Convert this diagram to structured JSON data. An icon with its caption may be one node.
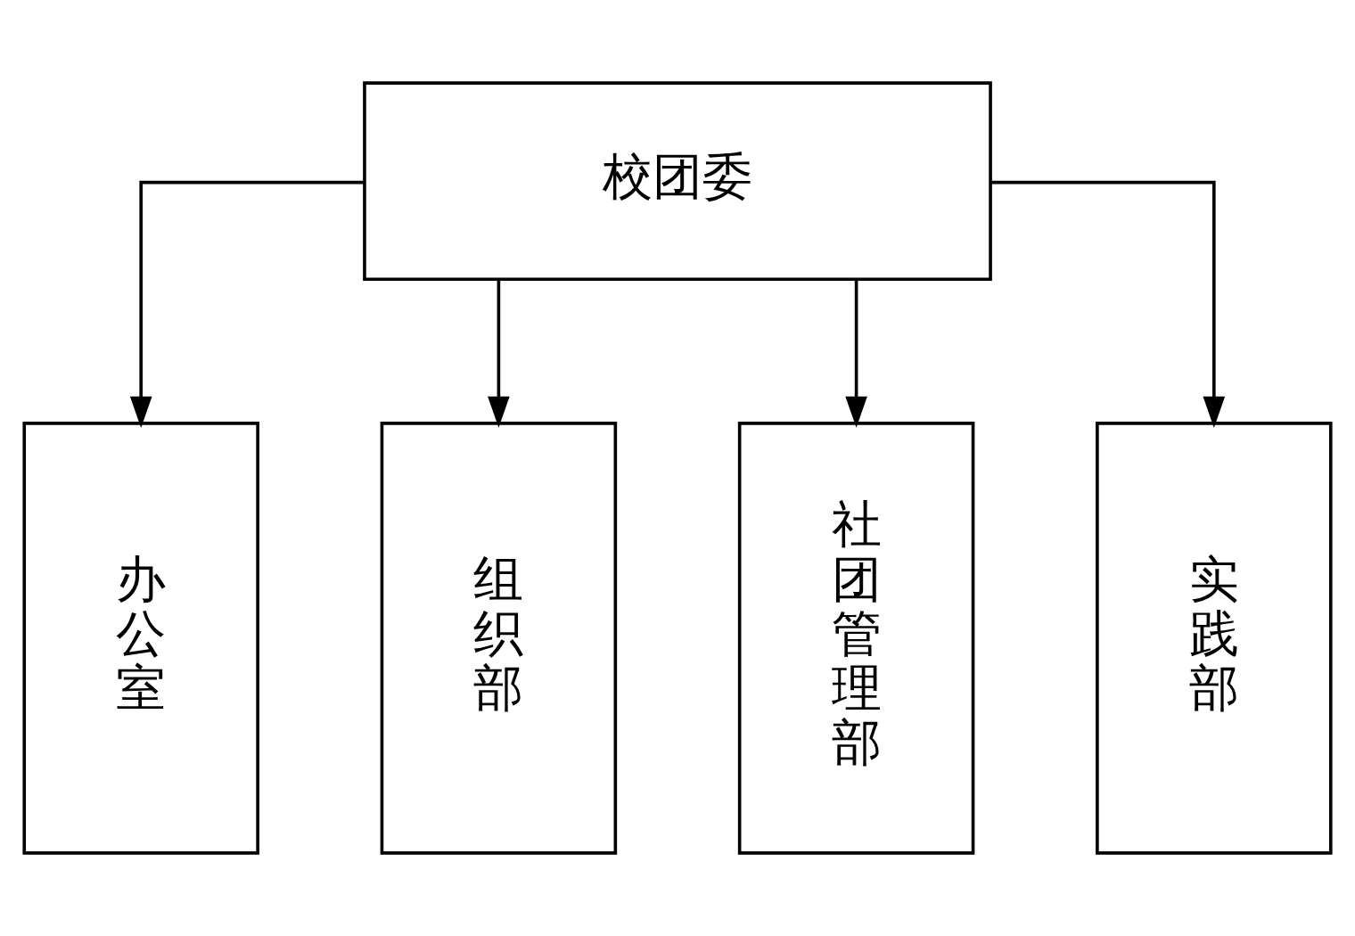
{
  "diagram": {
    "nodes": [
      {
        "text": [
          "校团委"
        ]
      },
      {
        "text": [
          "办公室"
        ]
      },
      {
        "text": [
          "组织部"
        ]
      },
      {
        "text": [
          "社团管理部"
        ]
      },
      {
        "text": [
          "实践部"
        ]
      }
    ],
    "edges": [
      {
        "from": 0,
        "to": 1,
        "arrow": "to"
      },
      {
        "from": 0,
        "to": 2,
        "arrow": "to"
      },
      {
        "from": 0,
        "to": 3,
        "arrow": "to"
      },
      {
        "from": 0,
        "to": 4,
        "arrow": "to"
      }
    ]
  }
}
